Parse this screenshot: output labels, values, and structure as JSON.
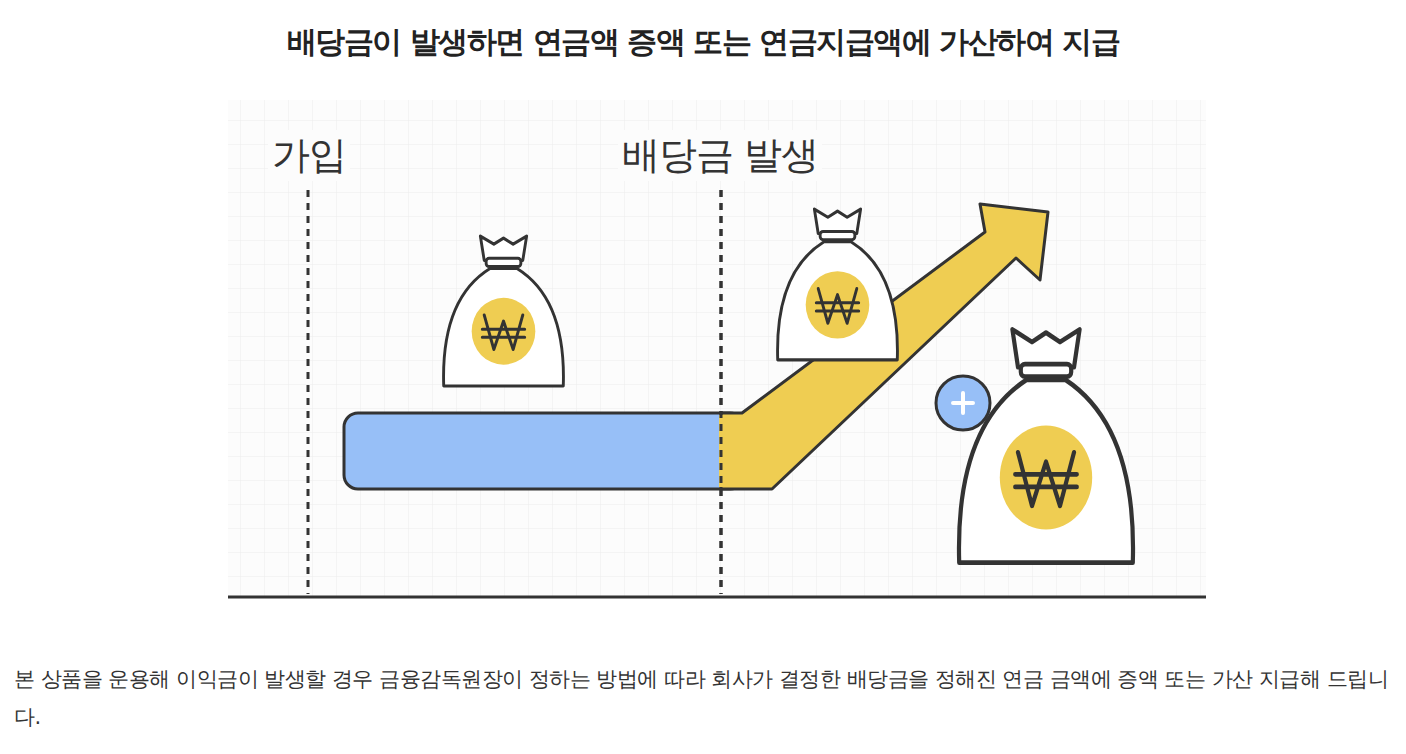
{
  "diagram": {
    "title": "배당금이 발생하면 연금액 증액 또는 연금지급액에 가산하여 지급",
    "caption": "본 상품을 운용해 이익금이 발생할 경우 금융감독원장이 정하는 방법에 따라 회사가 결정한 배당금을 정해진 연금 금액에 증액 또는 가산 지급해 드립니다.",
    "labels": [
      "가입",
      "배당금 발생"
    ]
  }
}
